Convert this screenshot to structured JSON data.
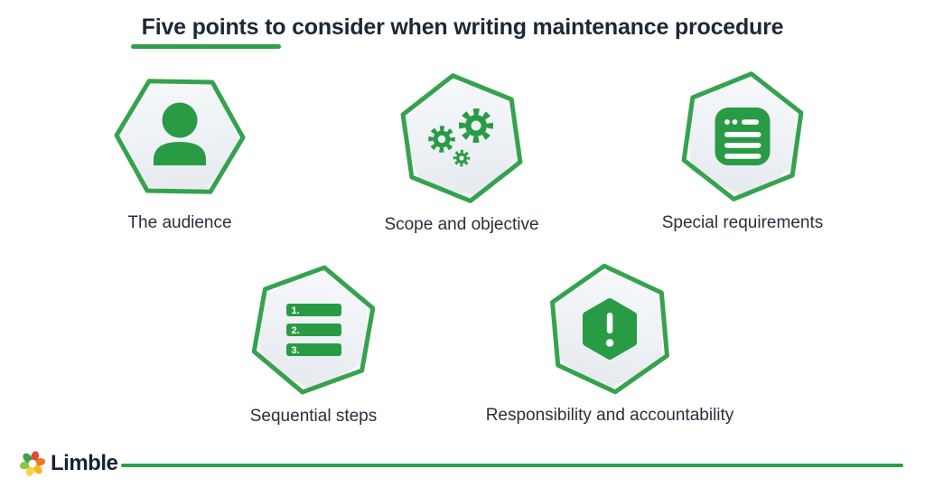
{
  "title": {
    "text": "Five points to consider when writing maintenance procedure"
  },
  "points": [
    {
      "label": "The audience",
      "icon": "person-icon"
    },
    {
      "label": "Scope and objective",
      "icon": "gears-icon"
    },
    {
      "label": "Special requirements",
      "icon": "document-icon"
    },
    {
      "label": "Sequential steps",
      "icon": "numbered-list-icon",
      "steps": [
        "1.",
        "2.",
        "3."
      ]
    },
    {
      "label": "Responsibility and accountability",
      "icon": "alert-icon"
    }
  ],
  "footer": {
    "brand": "Limble"
  },
  "colors": {
    "accent_green": "#2f9f4a",
    "icon_green": "#2a9b45",
    "hexagon_outline": "#35a24e",
    "hexagon_fill": "#edf0f4",
    "title_text": "#1b2936",
    "label_text": "#27313d",
    "logo_petals": [
      "#e04b3b",
      "#ee7623",
      "#f7b32b",
      "#f9d23c",
      "#8cc63f",
      "#39a54a"
    ]
  }
}
